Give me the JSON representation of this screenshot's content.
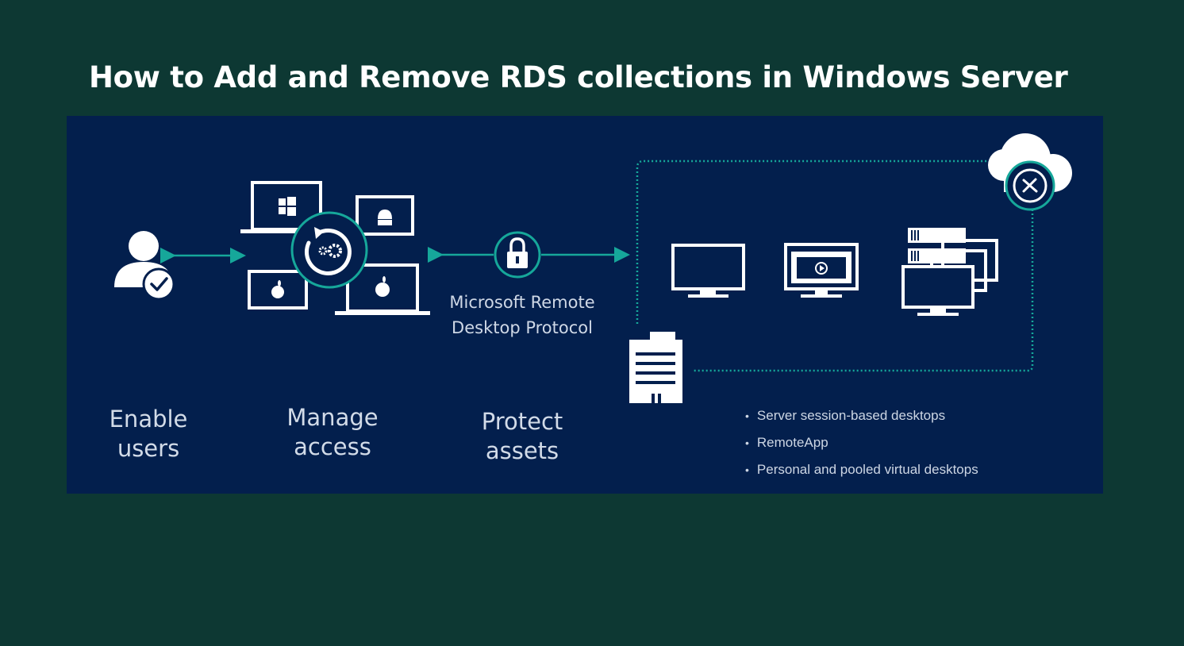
{
  "title": "How to Add and Remove RDS collections in Windows Server",
  "colors": {
    "page_background": "#0d3833",
    "banner_background": "#031f4d",
    "accent_teal": "#16a79a",
    "icon_white": "#ffffff",
    "caption_text": "#d2dbe8"
  },
  "diagram": {
    "stages": [
      {
        "lines": [
          "Enable",
          "users"
        ]
      },
      {
        "lines": [
          "Manage",
          "access"
        ]
      },
      {
        "lines": [
          "Protect",
          "assets"
        ]
      }
    ],
    "protocol": {
      "lines": [
        "Microsoft Remote",
        "Desktop Protocol"
      ]
    },
    "features": [
      "Server session-based desktops",
      "RemoteApp",
      "Personal and pooled virtual desktops"
    ],
    "icons": {
      "user": "user-check-icon",
      "devices": [
        "laptop-windows-icon",
        "tablet-android-icon",
        "tablet-apple-icon",
        "laptop-apple-icon"
      ],
      "manage": "sync-gear-icon",
      "lock": "lock-icon",
      "building": "building-icon",
      "desktop": "monitor-icon",
      "app": "monitor-play-icon",
      "servers": "server-stack-icon",
      "cloud": "cloud-remote-icon"
    }
  }
}
